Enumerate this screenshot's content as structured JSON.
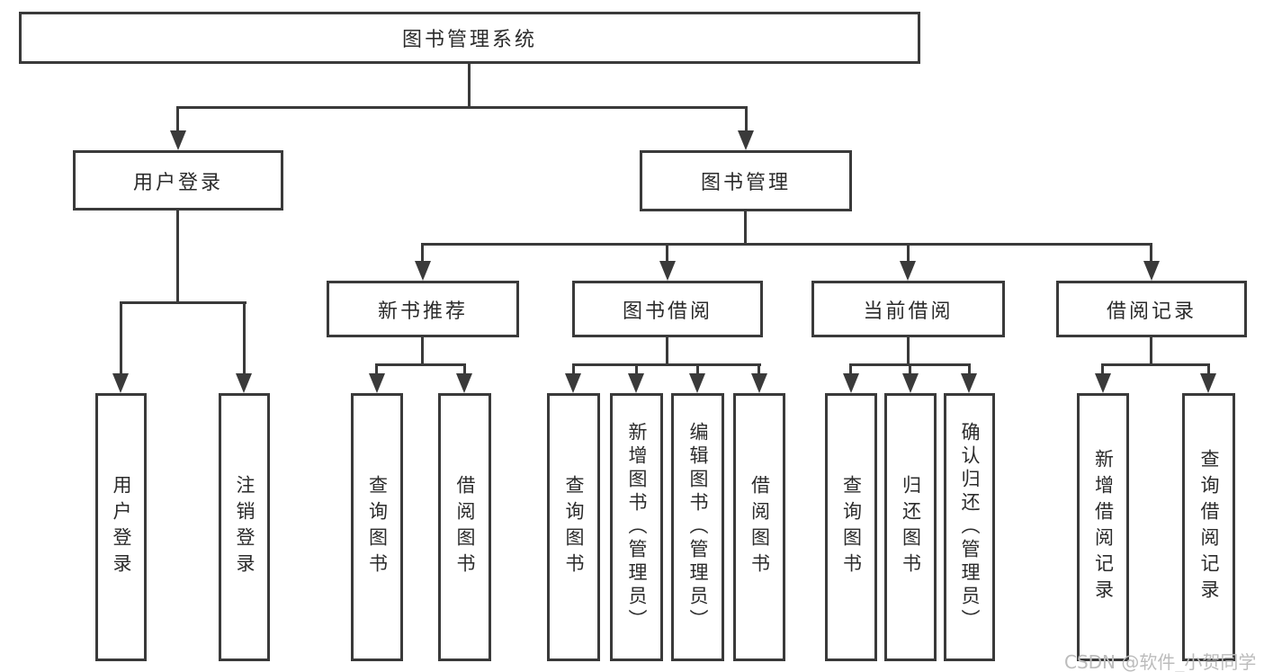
{
  "diagram": {
    "title": "图书管理系统",
    "level2": [
      {
        "label": "用户登录",
        "children": [
          "用户登录",
          "注销登录"
        ]
      },
      {
        "label": "图书管理"
      }
    ],
    "level3": [
      {
        "label": "新书推荐",
        "children": [
          "查询图书",
          "借阅图书"
        ]
      },
      {
        "label": "图书借阅",
        "children": [
          "查询图书",
          "新增图书（管理员）",
          "编辑图书（管理员）",
          "借阅图书"
        ]
      },
      {
        "label": "当前借阅",
        "children": [
          "查询图书",
          "归还图书",
          "确认归还（管理员）"
        ]
      },
      {
        "label": "借阅记录",
        "children": [
          "新增借阅记录",
          "查询借阅记录"
        ]
      }
    ]
  },
  "watermark": "CSDN @软件_小贺同学",
  "colors": {
    "line": "#3a3a3a",
    "text": "#2b2b2b",
    "watermark": "#bcbcbc",
    "background": "#ffffff"
  }
}
